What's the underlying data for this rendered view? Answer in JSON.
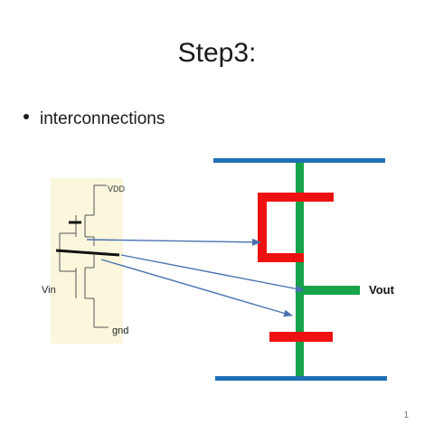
{
  "slide": {
    "title": "Step3:",
    "bullet": "interconnections",
    "page_number": "1"
  },
  "schematic": {
    "vdd_label": "VDD",
    "vin_label": "Vin",
    "gnd_label": "gnd"
  },
  "layout": {
    "vout_label": "Vout"
  },
  "colors": {
    "power_rail": "#1f6fb5",
    "diffusion": "#16a34a",
    "poly": "#ee1111",
    "arrow": "#4a72b0",
    "schematic_bg": "#fbf7dd"
  }
}
